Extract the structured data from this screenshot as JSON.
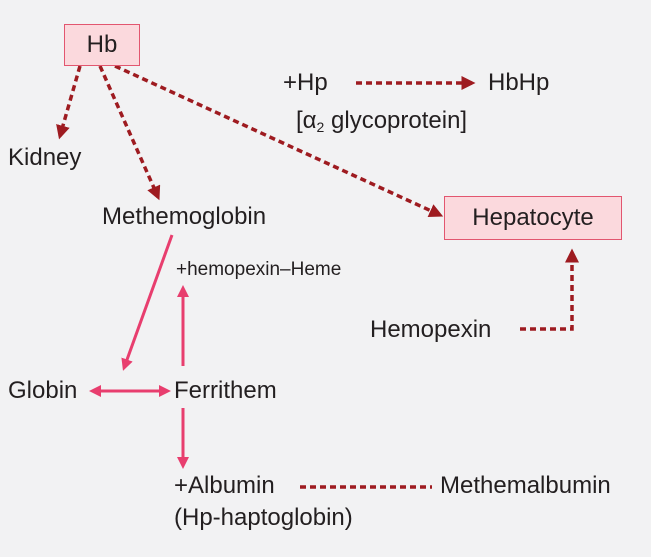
{
  "nodes": {
    "hb": "Hb",
    "hp": "+Hp",
    "hbhp": "HbHp",
    "glycoprotein_open": "[",
    "glycoprotein_alpha": "α",
    "glycoprotein_sub": "2",
    "glycoprotein_rest": " glycoprotein]",
    "kidney": "Kidney",
    "methemoglobin": "Methemoglobin",
    "hepatocyte": "Hepatocyte",
    "hemopexin_heme": "+hemopexin–Heme",
    "hemopexin": "Hemopexin",
    "globin": "Globin",
    "ferrithem": "Ferrithem",
    "albumin": "+Albumin",
    "haptoglobin": "(Hp-haptoglobin)",
    "methemalbumin": "Methemalbumin"
  },
  "colors": {
    "dashed_arrow": "#9e1b20",
    "solid_arrow": "#e83e6e",
    "box_fill": "#fbd9dd",
    "box_border": "#e2566f",
    "background": "#f2f2f3"
  }
}
